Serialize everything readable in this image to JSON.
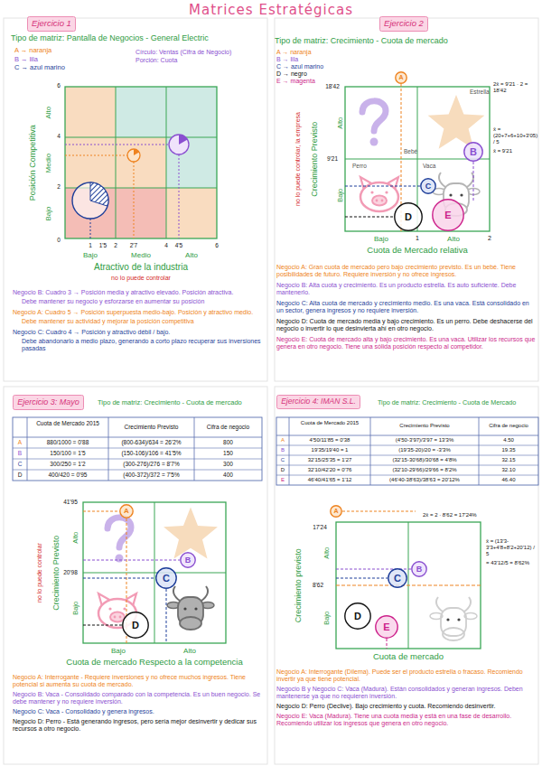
{
  "diagram": {
    "title": "Matrices Estratégicas",
    "nodes": [
      {
        "text": [
          "Ejercicio 1"
        ]
      },
      {
        "text": [
          "Ejercicio 2"
        ]
      },
      {
        "text": [
          "A"
        ]
      },
      {
        "text": [
          "B"
        ]
      },
      {
        "text": [
          "C"
        ]
      },
      {
        "text": [
          "D"
        ]
      },
      {
        "text": [
          "E"
        ]
      },
      {
        "text": [
          "Ejercicio 3: Mayo"
        ]
      },
      {
        "text": [
          "A"
        ]
      },
      {
        "text": [
          "B"
        ]
      },
      {
        "text": [
          "C"
        ]
      },
      {
        "text": [
          "D"
        ]
      },
      {
        "text": [
          "Ejercicio 4: IMAN S.L."
        ]
      },
      {
        "text": [
          "A"
        ]
      },
      {
        "text": [
          "B"
        ]
      },
      {
        "text": [
          "C"
        ]
      },
      {
        "text": [
          "D"
        ]
      },
      {
        "text": [
          "E"
        ]
      }
    ],
    "labels": [
      "Tipo de matriz: Pantalla de Negocios - General Electric",
      "A → naranja",
      "B → lila",
      "C → azul marino",
      "Círculo: Ventas (Cifra de Negocio)",
      "Porción: Cuota",
      "Posición Competitiva",
      "Alto",
      "Medio",
      "Bajo",
      "6",
      "4",
      "2",
      "0",
      "1",
      "1'5",
      "2",
      "2'7",
      "4",
      "4'5",
      "6",
      "Bajo",
      "Medio",
      "Alto",
      "Atractivo de la industria",
      "no lo puede controlar",
      "Negocio B: Cuadro 3 → Posición media y atractivo elevado. Posición atractiva.",
      "Debe mantener su negocio y esforzarse en aumentar su posición",
      "Negocio A: Cuadro 5 → Posición superpuesta medio-bajo. Posición y atractivo medio.",
      "Debe mantener su actividad y mejorar la posición competitiva",
      "Negocio C: Cuadro 4 → Posición y atractivo débil / bajo.",
      "Debe abandonarlo a medio plazo, generando a corto plazo recuperar sus inversiones pasadas",
      "Tipo de matriz: Crecimiento - Cuota de mercado",
      "A → naranja",
      "B → lila",
      "C → azul marino",
      "D → negro",
      "E → magenta",
      "no lo puede controlar, la empresa",
      "Crecimiento Previsto",
      "18'42",
      "9'21",
      "Alto",
      "Bajo",
      "Bajo",
      "1",
      "Alto",
      "2",
      "Cuota de Mercado relativa",
      "Estrella",
      "Bebé",
      "Perro",
      "Vaca",
      "2x̄ = 9'21 · 2 = 18'42",
      "x̄ = (20+7+6+10+3'05) / 5",
      "x̄ = 9'21",
      "Negocio A: Gran cuota de mercado pero bajo crecimiento previsto. Es un bebé. Tiene posibilidades de futuro. Requiere inversión y no ofrece ingresos.",
      "Negocio B: Alta cuota y crecimiento. Es un producto estrella. Es auto suficiente. Debe mantenerlo.",
      "Negocio C: Alta cuota de mercado y crecimiento medio. Es una vaca. Está consolidado en un sector, genera ingresos y no requiere inversión.",
      "Negocio D: Cuota de mercado media y bajo crecimiento. Es un perro. Debe deshacerse del negocio o invertir lo que desinvierta ahí en otro negocio.",
      "Negocio E: Cuota de mercado alta y bajo crecimiento. Es una vaca. Utilizar los recursos que genera en otro negocio. Tiene una sólida posición respecto al competidor.",
      "Tipo de matriz: Crecimiento - Cuota de mercado",
      "Cuota de Mercado 2015",
      "Crecimiento Previsto",
      "Cifra de negocio",
      "A",
      "880/1000 = 0'88",
      "(800-634)/634 = 26'2%",
      "800",
      "B",
      "150/100 = 1'5",
      "(150-106)/106 = 41'5%",
      "150",
      "C",
      "300/250 = 1'2",
      "(300-276)/276 = 8'7%",
      "300",
      "D",
      "400/420 = 0'95",
      "(400-372)/372 = 7'5%",
      "400",
      "no lo puede controlar",
      "Crecimiento Previsto",
      "Alto",
      "Bajo",
      "41'95",
      "20'98",
      "Bajo",
      "Alto",
      "Cuota de mercado Respecto a la competencia",
      "Negocio A: Interrogante - Requiere inversiones y no ofrece muchos ingresos. Tiene potencial si aumenta su cuota de mercado.",
      "Negocio B: Vaca - Consolidado comparado con la competencia. Es un buen negocio. Se debe mantener y no requiere inversión.",
      "Negocio C: Vaca - Consolidado y genera ingresos.",
      "Negocio D: Perro - Está generando ingresos, pero sería mejor desinvertir y dedicar sus recursos a otro negocio.",
      "Tipo de matriz: Crecimiento - Cuota de Mercado",
      "Cuota de Mercado 2015",
      "Crecimiento Previsto",
      "Cifra de negocio",
      "A",
      "4'50/11'85 = 0'38",
      "(4'50-3'97)/3'97 = 13'3%",
      "4.50",
      "B",
      "19'35/19'40 = 1",
      "(19'35-20)/20 = -3'3%",
      "19.35",
      "C",
      "32'15/25'35 = 1'27",
      "(32'15-30'68)/30'68 = 4'8%",
      "32.15",
      "D",
      "32'10/42'20 = 0'76",
      "(32'10-29'66)/29'66 = 8'2%",
      "32.10",
      "E",
      "46'40/41'65 = 1'12",
      "(46'40-38'63)/38'63 = 20'12%",
      "46.40",
      "Crecimiento previsto",
      "Alto",
      "Bajo",
      "17'24",
      "8'62",
      "2x̄ = 2 · 8'62 = 17'24%",
      "x̄ = (13'3-3'3+4'8+8'2+20'12) / 5",
      "= 43'12/5 = 8'62%",
      "Cuota de mercado",
      "Negocio A: Interrogante (Dilema). Puede ser el producto estrella o fracaso. Recomiendo invertir ya que tiene potencial.",
      "Negocio B y Negocio C: Vaca (Madura). Están consolidados y generan ingresos. Deben mantenerse ya que no requieren inversión.",
      "Negocio D: Perro (Declive). Bajo crecimiento y cuota. Recomiendo desinvertir.",
      "Negocio E: Vaca (Madura). Tiene una cuota media y está en una fase de desarrollo. Recomiendo utilizar los ingresos que genera en otro negocio."
    ]
  }
}
